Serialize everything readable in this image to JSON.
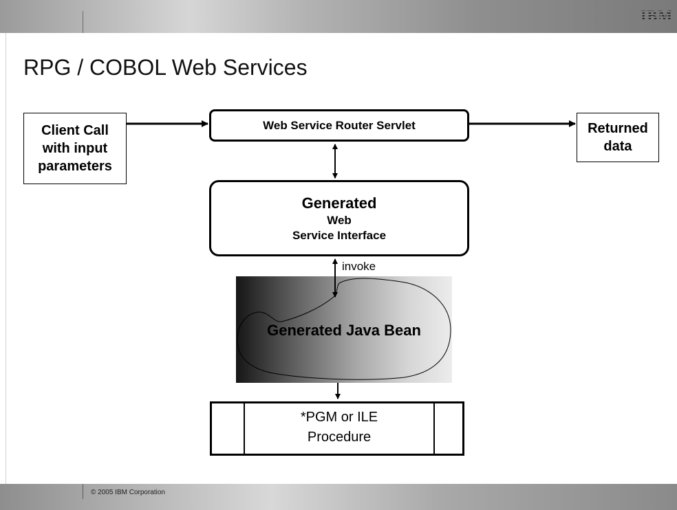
{
  "header": {
    "logo": "IBM"
  },
  "title": "RPG / COBOL Web Services",
  "diagram": {
    "client_box": [
      "Client Call",
      "with input",
      "parameters"
    ],
    "router_box": "Web Service Router Servlet",
    "returned_box": [
      "Returned",
      "data"
    ],
    "interface_box": {
      "line1": "Generated",
      "line2": "Web",
      "line3": "Service Interface"
    },
    "invoke_label": "invoke",
    "bean_label": "Generated Java Bean",
    "program_box": [
      "*PGM or ILE",
      "Procedure"
    ]
  },
  "footer": {
    "copyright": "© 2005 IBM Corporation"
  }
}
